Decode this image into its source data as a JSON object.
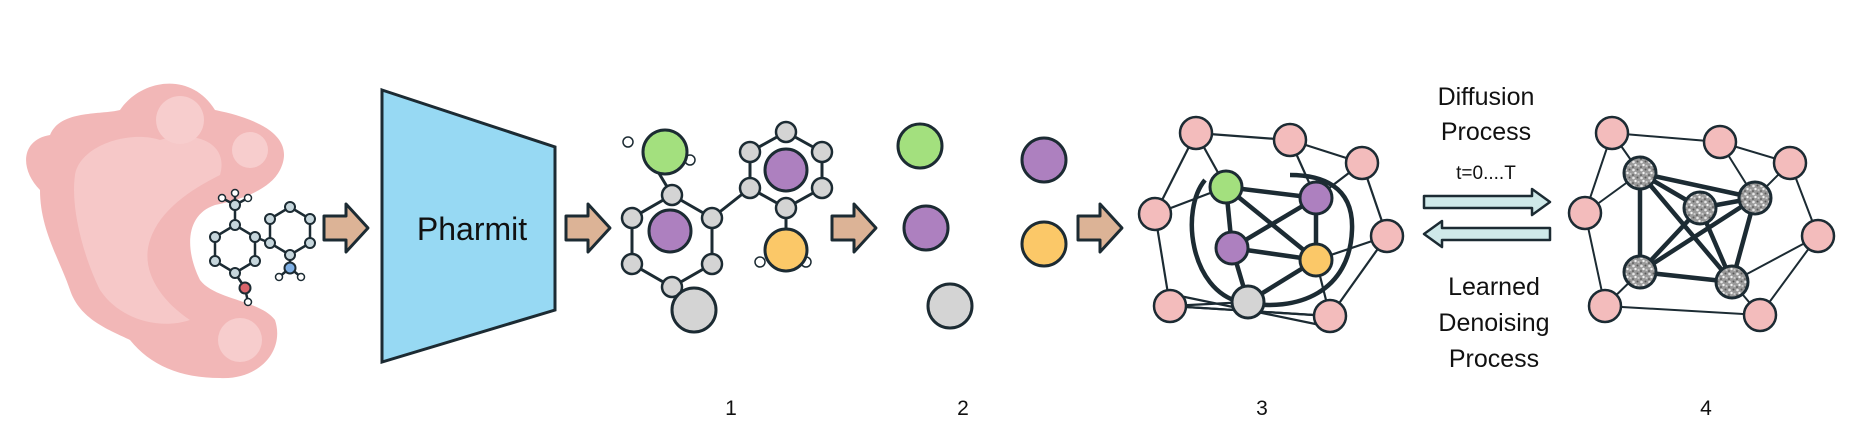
{
  "encoder": {
    "label": "Pharmit"
  },
  "forward_process": {
    "line1": "Diffusion",
    "line2": "Process",
    "time_label": "t=0....T"
  },
  "reverse_process": {
    "line1": "Learned",
    "line2": "Denoising",
    "line3": "Process"
  },
  "steps": [
    {
      "label": "1"
    },
    {
      "label": "2"
    },
    {
      "label": "3"
    },
    {
      "label": "4"
    }
  ],
  "colors": {
    "protein": "#f2b7b7",
    "encoder": "#97d9f3",
    "arrow": "#dcb396",
    "green": "#a3e07e",
    "purple": "#ad80bf",
    "yellow": "#fbc868",
    "gray": "#d4d4d4",
    "pink": "#f3bcbc",
    "process_arrow": "#cfe9e9"
  }
}
